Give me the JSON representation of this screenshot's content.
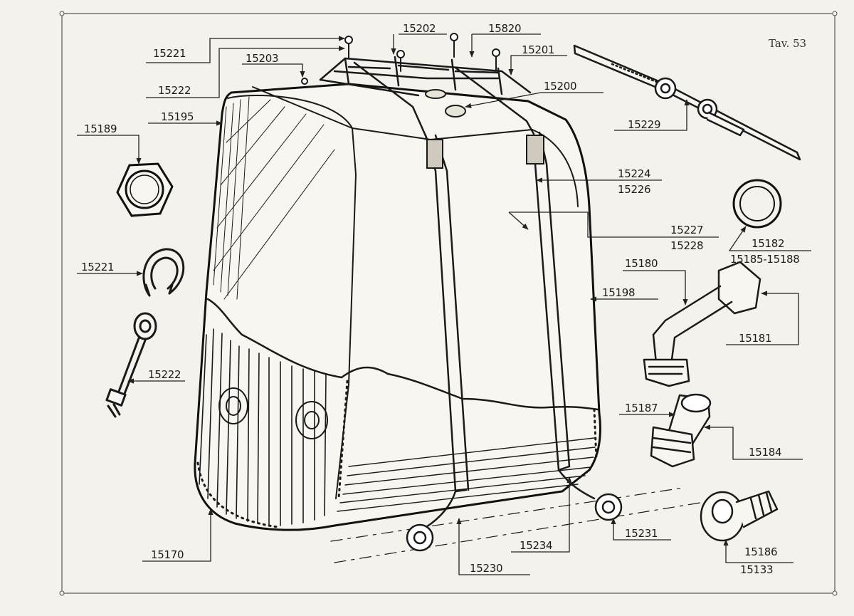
{
  "plate": {
    "number": "Tav. 53"
  },
  "labels": {
    "l15221a": "15221",
    "l15203": "15203",
    "l15202": "15202",
    "l15820": "15820",
    "l15201": "15201",
    "l15222a": "15222",
    "l15200": "15200",
    "l15195": "15195",
    "l15189": "15189",
    "l15229": "15229",
    "l15224": "15224",
    "l15226": "15226",
    "l15227": "15227",
    "l15228": "15228",
    "l15182": "15182",
    "l15185": "15185-15188",
    "l15221b": "15221",
    "l15180": "15180",
    "l15198": "15198",
    "l15181": "15181",
    "l15222b": "15222",
    "l15187": "15187",
    "l15184": "15184",
    "l15170": "15170",
    "l15234": "15234",
    "l15231": "15231",
    "l15230": "15230",
    "l15186": "15186",
    "l15133": "15133"
  }
}
